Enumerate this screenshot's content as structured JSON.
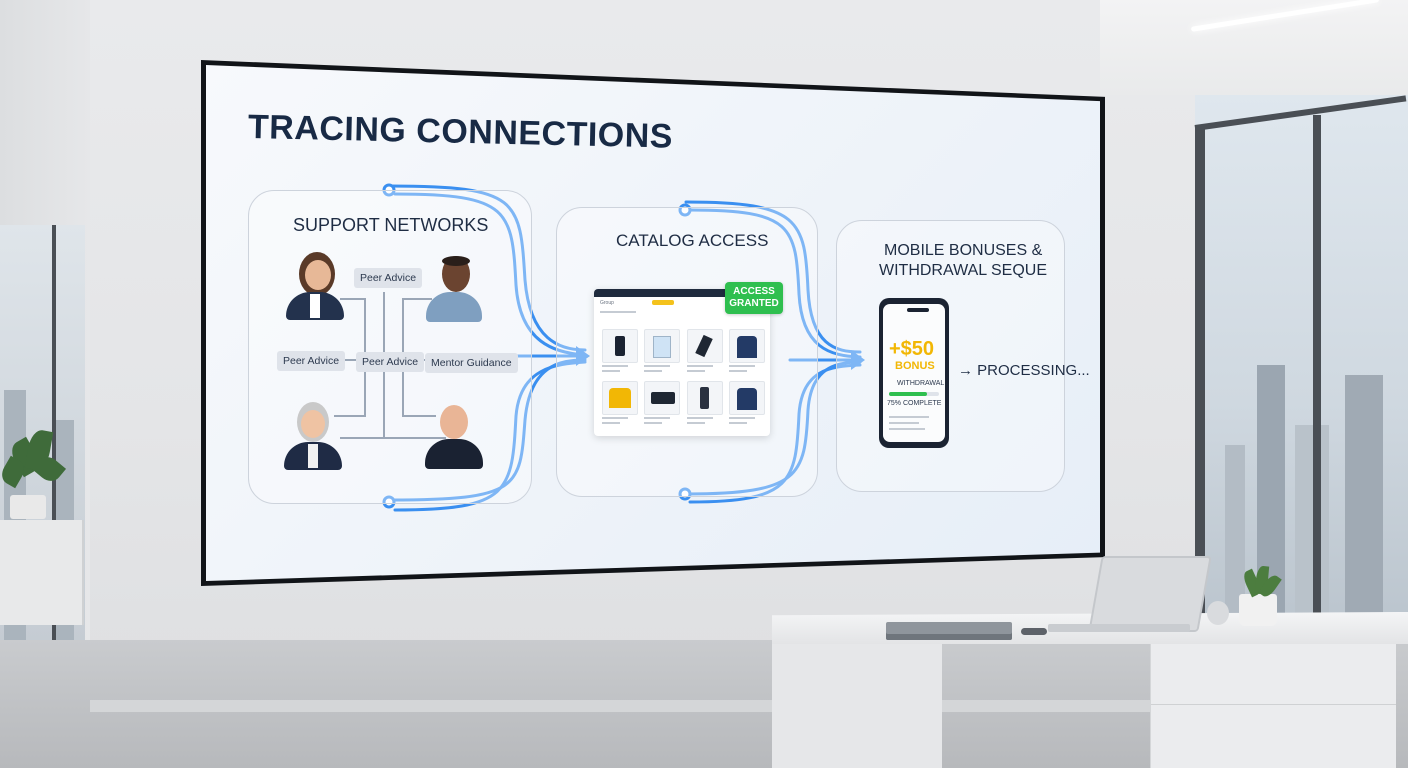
{
  "display": {
    "title": "TRACING CONNECTIONS",
    "panels": {
      "support": {
        "title": "SUPPORT NETWORKS",
        "tags": [
          "Peer Advice",
          "Peer Advice",
          "Peer Advice",
          "Mentor Guidance"
        ]
      },
      "catalog": {
        "title": "CATALOG ACCESS",
        "browser_tab": "Group",
        "badge": "ACCESS GRANTED"
      },
      "mobile": {
        "title_line1": "MOBILE BONUSES &",
        "title_line2": "WITHDRAWAL SEQUE",
        "bonus_amount": "+$50",
        "bonus_label": "BONUS",
        "withdrawal_label": "WITHDRAWAL",
        "complete_label": "75% COMPLETE",
        "progress": 0.75,
        "status": "PROCESSING..."
      }
    },
    "colors": {
      "accent_blue": "#3a8ff0",
      "badge_green": "#2fbf4f",
      "bonus_yellow": "#f2b705",
      "title_navy": "#182a45"
    },
    "icons": [
      "flow-arrow-icon",
      "connector-node-icon"
    ]
  }
}
